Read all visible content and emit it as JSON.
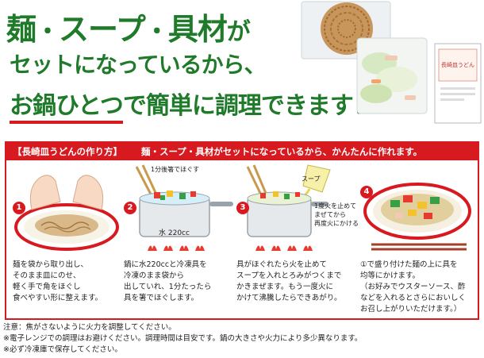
{
  "hero": {
    "line1_a": "麺",
    "line1_dot1": "・",
    "line1_b": "スープ",
    "line1_dot2": "・",
    "line1_c": "具材",
    "line1_d": "が",
    "line2": "セットになっているから、",
    "line3_a": "お鍋ひとつ",
    "line3_b": "で簡単に調理できます！",
    "accent_color": "#1f7a2a",
    "underline_color": "#d71920"
  },
  "product": {
    "package_label": "長崎皿うどん"
  },
  "panel": {
    "title": "【長崎皿うどんの作り方】",
    "description": "麺・スープ・具材がセットになっているから、かんたんに作れます。",
    "border_color": "#d71920"
  },
  "steps": [
    {
      "number": "1",
      "lines": [
        "麺を袋から取り出し、",
        "そのまま皿にのせ、",
        "軽く手で角をほぐし",
        "食べやすい形に整えます。"
      ]
    },
    {
      "number": "2",
      "callout": "1分後箸でほぐす",
      "pot_label": "水 220cc",
      "lines": [
        "鍋に水220ccと冷凍具を",
        "冷凍のまま袋から",
        "出していれ、1分たったら",
        "具を箸でほぐします。"
      ]
    },
    {
      "number": "3",
      "callout_soup": "スープ",
      "callout_fire": [
        "1度火を止めて",
        "まぜてから",
        "再度火にかける"
      ],
      "lines": [
        "具がほぐれたら火を止めて",
        "スープを入れとろみがつくまで",
        "かきまぜます。もう一度火に",
        "かけて沸騰したらできあがり。"
      ]
    },
    {
      "number": "4",
      "lines": [
        "①で盛り付けた麺の上に具を",
        "均等にかけます。",
        "（お好みでウスターソース、酢",
        "などを入れるとさらにおいしく",
        "お召し上がりいただけます。）"
      ]
    }
  ],
  "notes": [
    "注意：焦がさないように火力を調整してください。",
    "※電子レンジでの調理はお避けください。調理時間は目安です。鍋の大きさや火力により多少異なります。",
    "※必ず冷凍庫で保存してください。"
  ]
}
